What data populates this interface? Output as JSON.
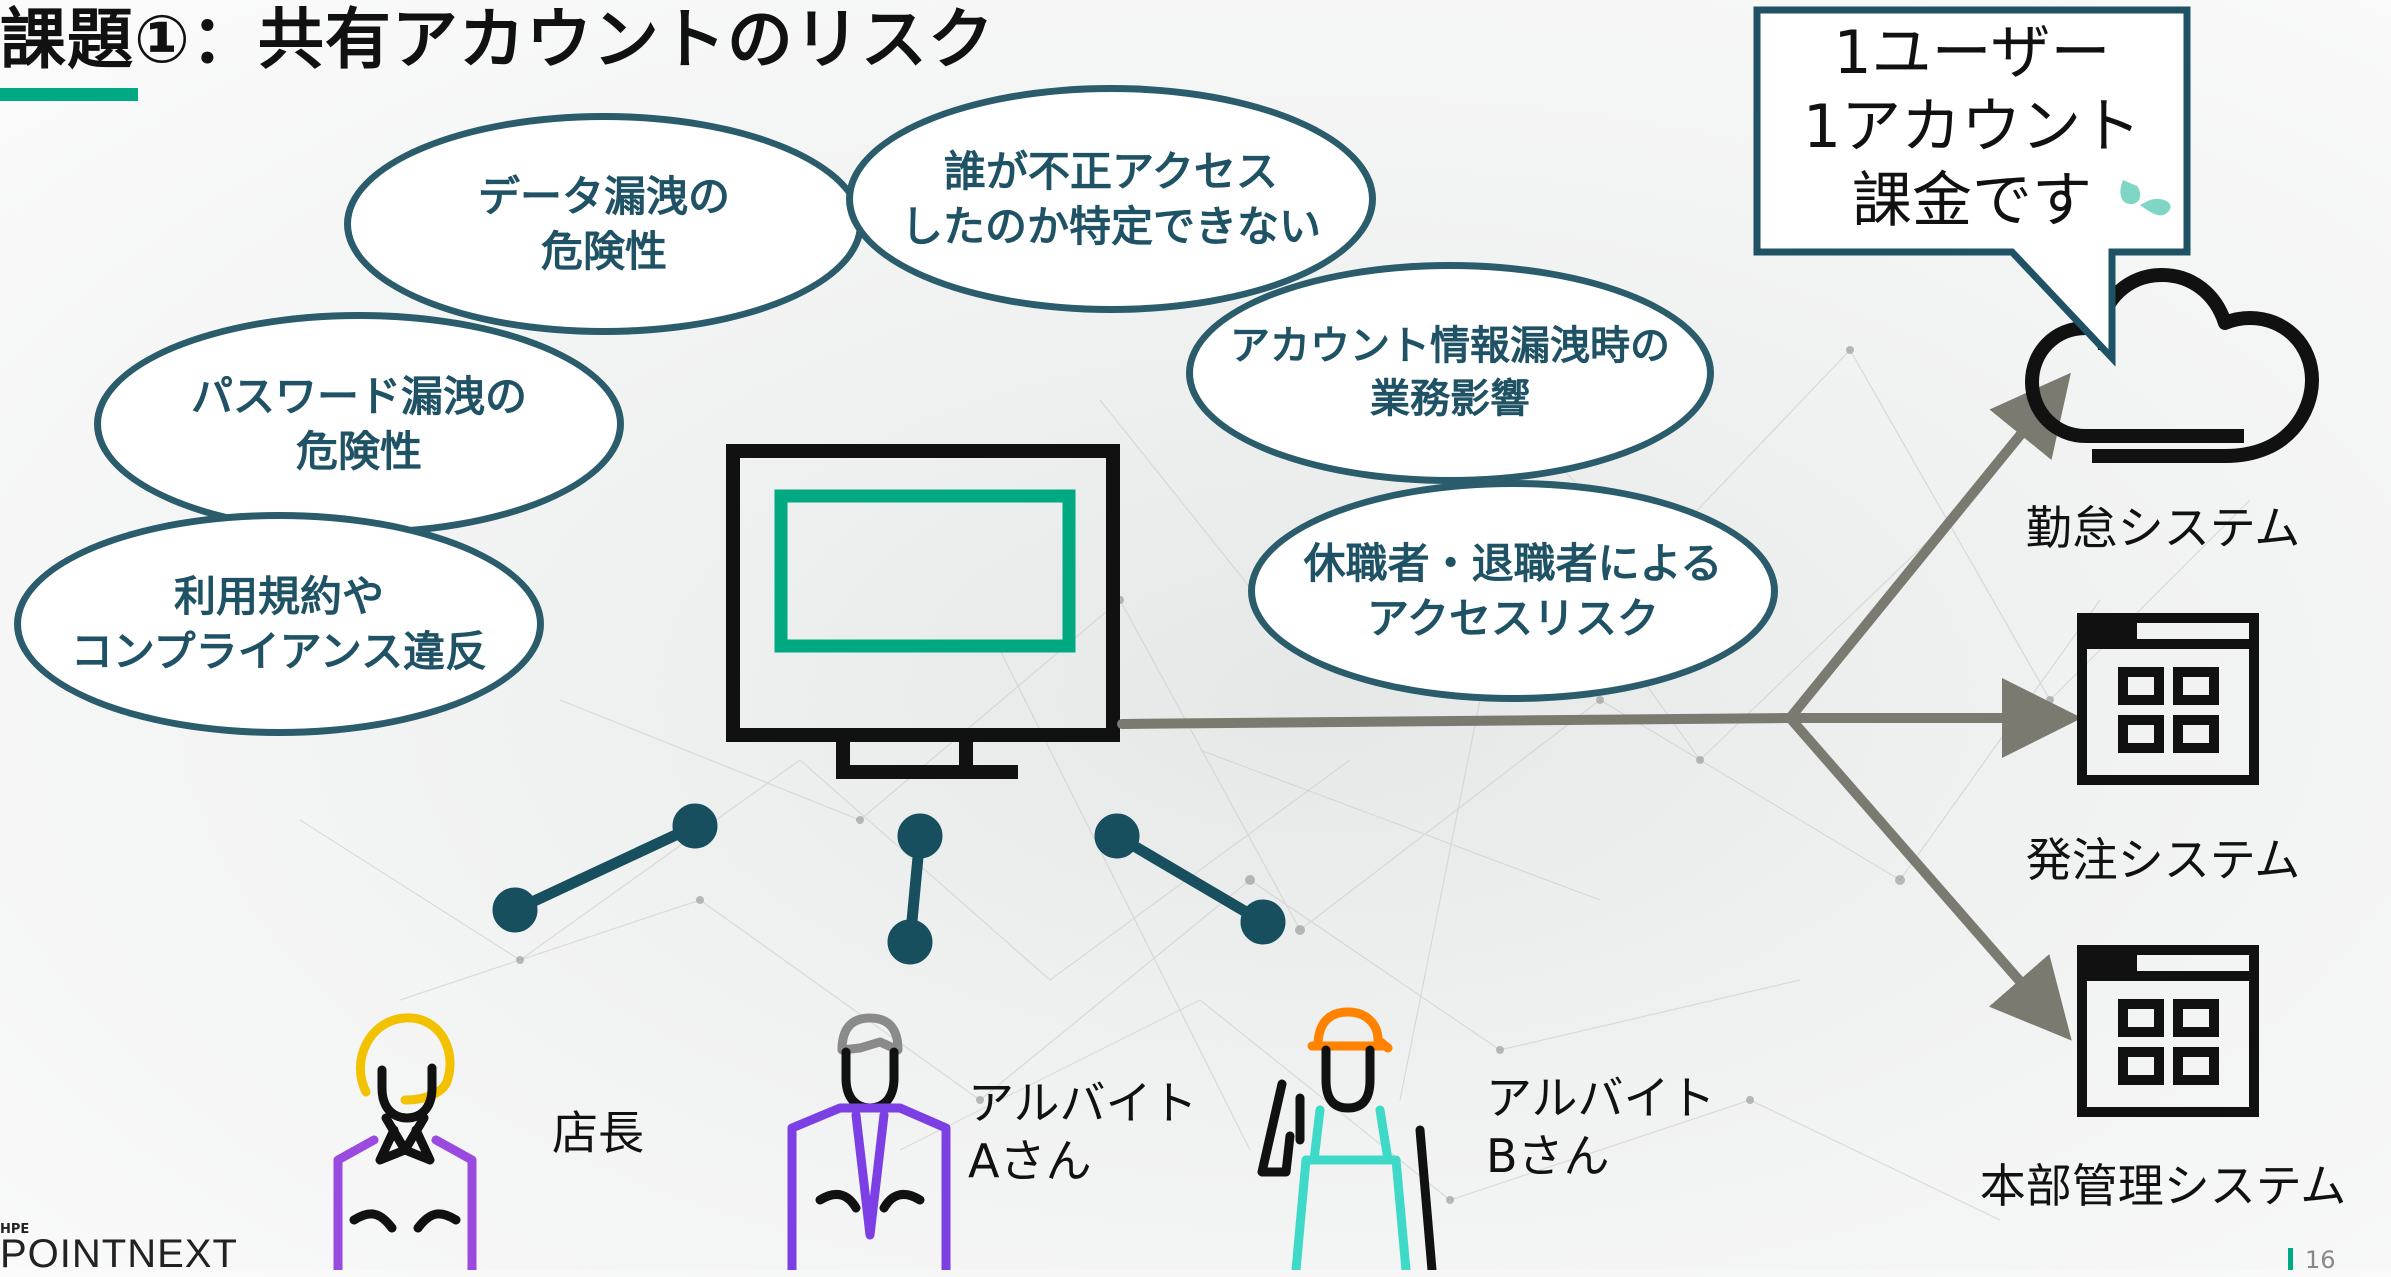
{
  "title": "課題①：共有アカウントのリスク",
  "risk_bubbles": {
    "data_leak": "データ漏洩の\n危険性",
    "unauthorized": "誰が不正アクセス\nしたのか特定できない",
    "account_leak": "アカウント情報漏洩時の\n業務影響",
    "password_leak": "パスワード漏洩の\n危険性",
    "leave_risk": "休職者・退職者による\nアクセスリスク",
    "terms": "利用規約や\nコンプライアンス違反"
  },
  "callout": "1ユーザー\n1アカウント\n課金です",
  "systems": {
    "attendance": "勤怠システム",
    "ordering": "発注システム",
    "hq": "本部管理システム"
  },
  "people": {
    "manager": "店長",
    "part_a": "アルバイト\nAさん",
    "part_b": "アルバイト\nBさん"
  },
  "footer": {
    "brand_small": "HPE",
    "brand": "POINTNEXT",
    "page": "16"
  },
  "colors": {
    "accent_green": "#01a982",
    "bubble_border": "#2a5c6b",
    "bubble_text": "#1f5264",
    "arrow_gray": "#7a7a70",
    "connector": "#184f5e",
    "person_yellow": "#f2c200",
    "person_purple": "#9b4ae0",
    "person_violet": "#7c3fe4",
    "person_orange": "#ff8300",
    "person_teal": "#3fd9c8",
    "callout_border": "#1f5264",
    "sweat_drop": "#7fd6c4"
  }
}
